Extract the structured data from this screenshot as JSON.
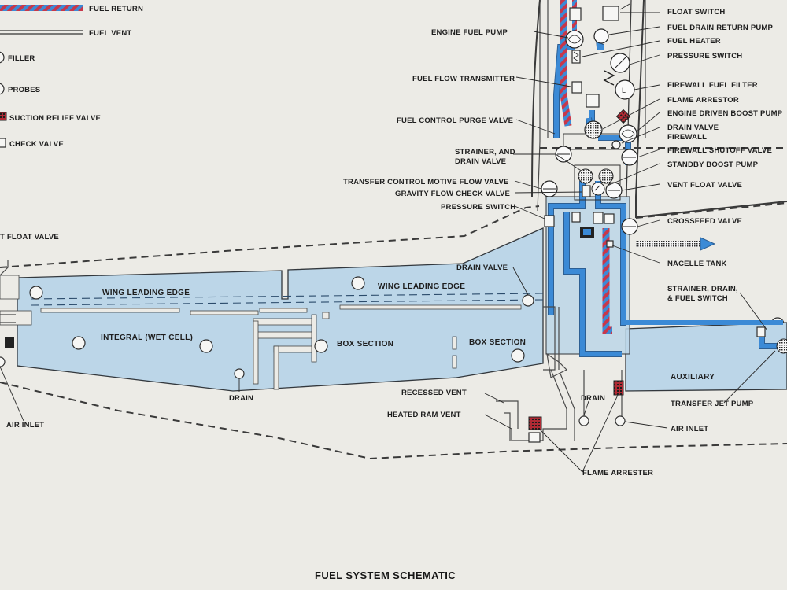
{
  "title": "FUEL SYSTEM SCHEMATIC",
  "legend": {
    "fuel_return": "FUEL RETURN",
    "fuel_vent": "FUEL VENT",
    "filler": "FILLER",
    "probes": "PROBES",
    "suction_relief_valve": "SUCTION RELIEF VALVE",
    "check_valve": "CHECK VALVE",
    "float_valve": "T FLOAT VALVE"
  },
  "tanks": {
    "wing_leading_edge_1": "WING LEADING EDGE",
    "wing_leading_edge_2": "WING LEADING EDGE",
    "integral": "INTEGRAL (WET CELL)",
    "box_section_1": "BOX SECTION",
    "box_section_2": "BOX SECTION",
    "auxiliary": "AUXILIARY"
  },
  "labels": {
    "float_switch": "FLOAT SWITCH",
    "engine_fuel_pump": "ENGINE FUEL PUMP",
    "fuel_drain_return_pump": "FUEL DRAIN RETURN PUMP",
    "fuel_heater": "FUEL HEATER",
    "pressure_switch_top": "PRESSURE SWITCH",
    "fuel_flow_transmitter": "FUEL FLOW TRANSMITTER",
    "firewall_fuel_filter": "FIREWALL FUEL FILTER",
    "flame_arrestor": "FLAME ARRESTOR",
    "engine_driven_boost_pump": "ENGINE DRIVEN BOOST PUMP",
    "fuel_control_purge_valve": "FUEL CONTROL PURGE VALVE",
    "drain_valve": "DRAIN VALVE",
    "firewall": "FIREWALL",
    "strainer_and": "STRAINER, AND",
    "drain_valve_2": "DRAIN VALVE",
    "firewall_shutoff_valve": "FIREWALL SHUTOFF VALVE",
    "standby_boost_pump": "STANDBY BOOST PUMP",
    "transfer_control_motive_flow_valve": "TRANSFER CONTROL MOTIVE FLOW VALVE",
    "vent_float_valve": "VENT FLOAT VALVE",
    "gravity_flow_check_valve": "GRAVITY FLOW CHECK VALVE",
    "pressure_switch_mid": "PRESSURE SWITCH",
    "crossfeed_valve": "CROSSFEED VALVE",
    "nacelle_tank": "NACELLE TANK",
    "drain_valve_wing": "DRAIN VALVE",
    "strainer_drain_1": "STRAINER, DRAIN,",
    "strainer_drain_2": "& FUEL SWITCH",
    "recessed_vent": "RECESSED VENT",
    "heated_ram_vent": "HEATED RAM VENT",
    "drain_center": "DRAIN",
    "drain_wing": "DRAIN",
    "air_inlet_left": "AIR INLET",
    "air_inlet_right": "AIR INLET",
    "transfer_jet_pump": "TRANSFER JET PUMP",
    "flame_arrester": "FLAME ARRESTER"
  },
  "colors": {
    "fuel_blue": "#3b8ad6",
    "return_red": "#c8374a",
    "tank_fill": "#bcd6e8",
    "paper": "#ecebe6"
  }
}
